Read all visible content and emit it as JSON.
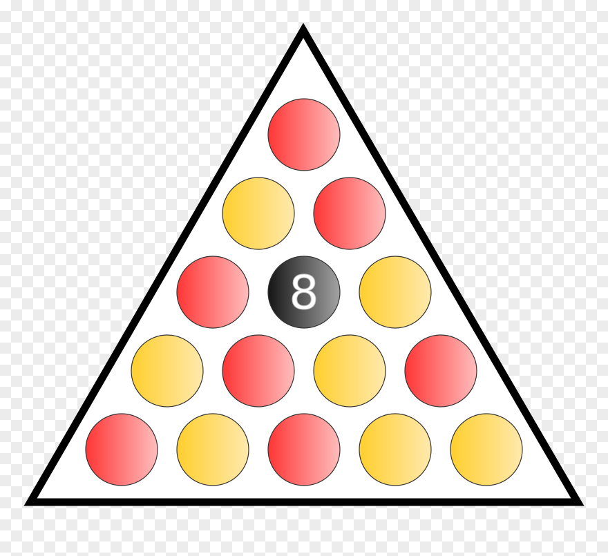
{
  "rack": {
    "frame_color": "#000000",
    "inner_fill": "#ffffff",
    "rows": [
      [
        "red"
      ],
      [
        "yellow",
        "red"
      ],
      [
        "red",
        "eight",
        "yellow"
      ],
      [
        "yellow",
        "red",
        "yellow",
        "red"
      ],
      [
        "red",
        "yellow",
        "red",
        "yellow",
        "yellow"
      ]
    ]
  },
  "balls": {
    "red": {
      "color": "#ff3b3b",
      "highlight": "#ffc4c4"
    },
    "yellow": {
      "color": "#ffd23a",
      "highlight": "#ffeec0"
    },
    "eight": {
      "color": "#1c1c1c",
      "highlight": "#9a9a9a",
      "label": "8",
      "label_color": "#ffffff"
    }
  }
}
